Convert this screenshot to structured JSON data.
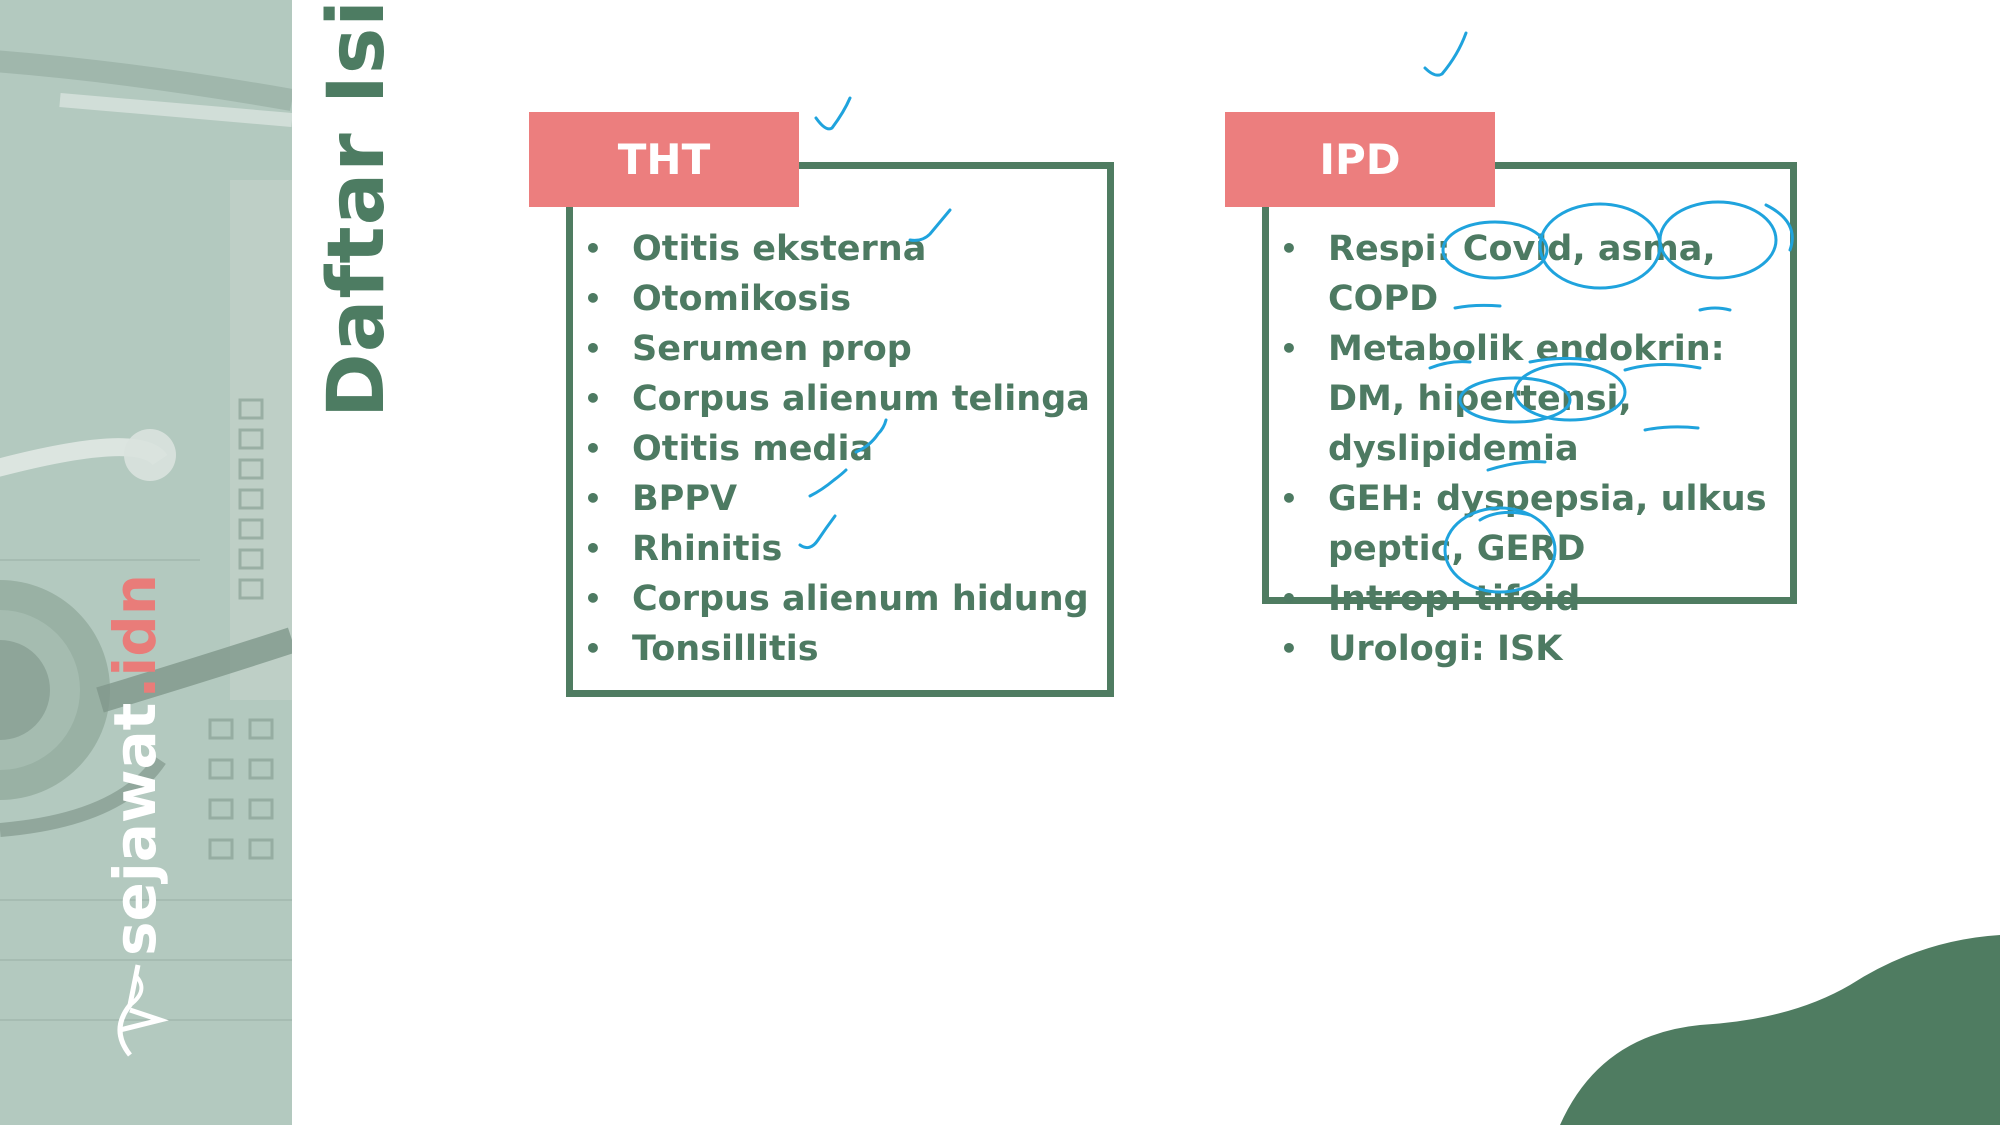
{
  "slide": {
    "title": "Daftar Isi",
    "brand": {
      "name": "sejawat",
      "suffix": ".idn"
    }
  },
  "tht": {
    "label": "THT",
    "items": [
      "Otitis eksterna",
      "Otomikosis",
      "Serumen prop",
      "Corpus alienum telinga",
      "Otitis media",
      "BPPV",
      "Rhinitis",
      "Corpus alienum hidung",
      "Tonsillitis"
    ]
  },
  "ipd": {
    "label": "IPD",
    "items": [
      "Respi: Covid, asma, COPD",
      "Metabolik endokrin: DM, hipertensi, dyslipidemia",
      "GEH: dyspepsia, ulkus peptic, GERD",
      "Introp: tifoid",
      "Urologi: ISK"
    ]
  },
  "colors": {
    "green": "#4f7c61",
    "coral": "#ec7e7e",
    "ink": "#1fa3dd"
  }
}
